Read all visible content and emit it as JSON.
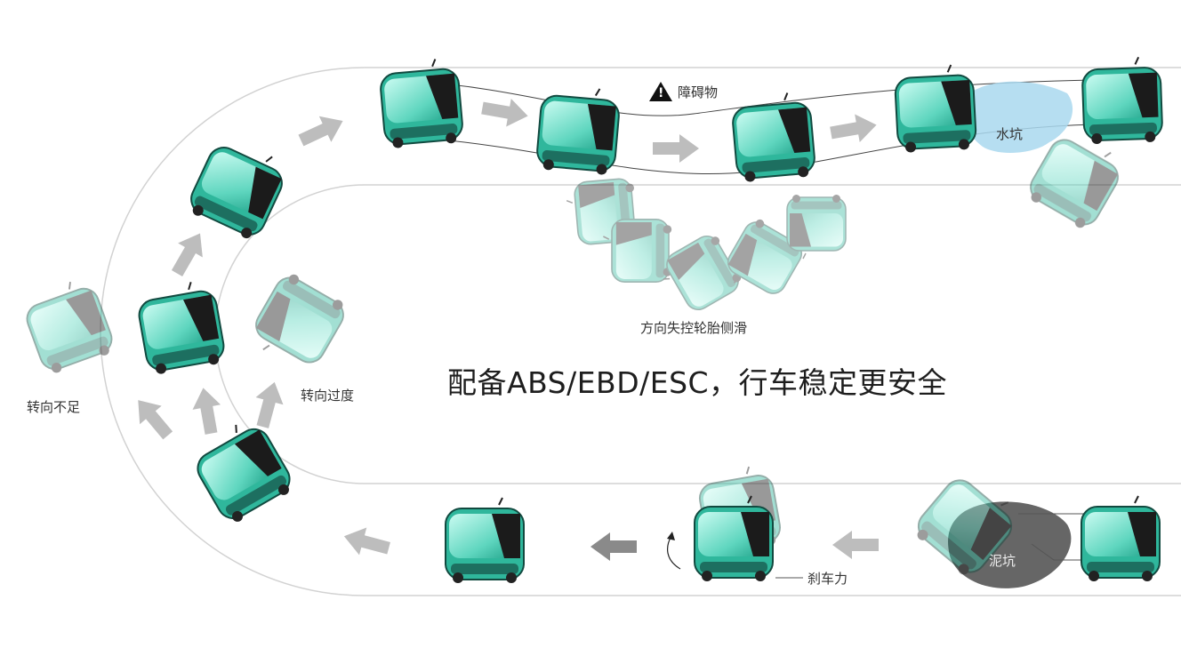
{
  "headline": "配备ABS/EBD/ESC，行车稳定更安全",
  "labels": {
    "obstacle": "障碍物",
    "water_pit": "水坑",
    "side_slip": "方向失控轮胎侧滑",
    "understeer": "转向不足",
    "oversteer": "转向过度",
    "brake_force": "刹车力",
    "mud_pit": "泥坑"
  },
  "icons": {
    "obstacle": "warning-triangle-icon"
  },
  "colors": {
    "car_body": "#2fb79c",
    "car_glass": "#7fe3d0",
    "car_roof": "#1b1b1b",
    "arrow": "#bdbdbd",
    "arrow_dark": "#8a8a8a",
    "track_line": "#cfcfcf",
    "water": "#a9d8ef",
    "mud": "#555555"
  }
}
